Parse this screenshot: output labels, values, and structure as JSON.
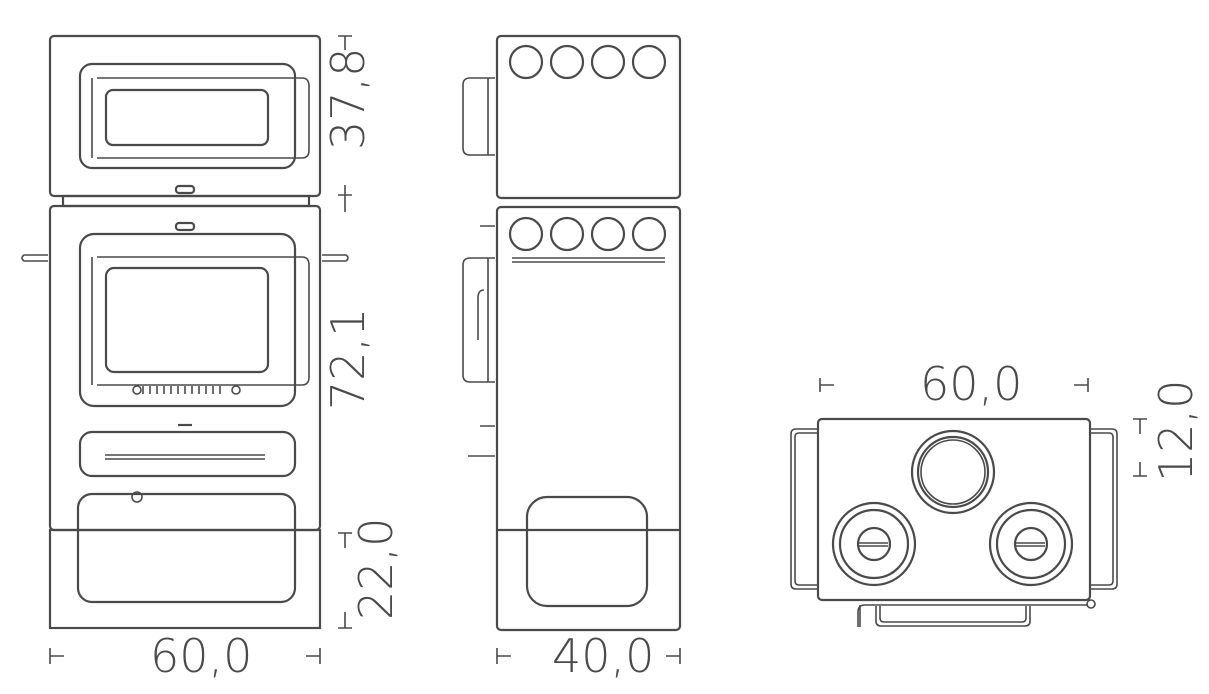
{
  "front_view": {
    "top_height": "37,8",
    "bottom_height": "72,1",
    "base_height": "22,0",
    "width": "60,0"
  },
  "side_view": {
    "depth": "40,0"
  },
  "top_view": {
    "width": "60,0",
    "handle_depth": "12,0"
  },
  "colors": {
    "line": "#4a4a4a",
    "background": "#ffffff"
  }
}
